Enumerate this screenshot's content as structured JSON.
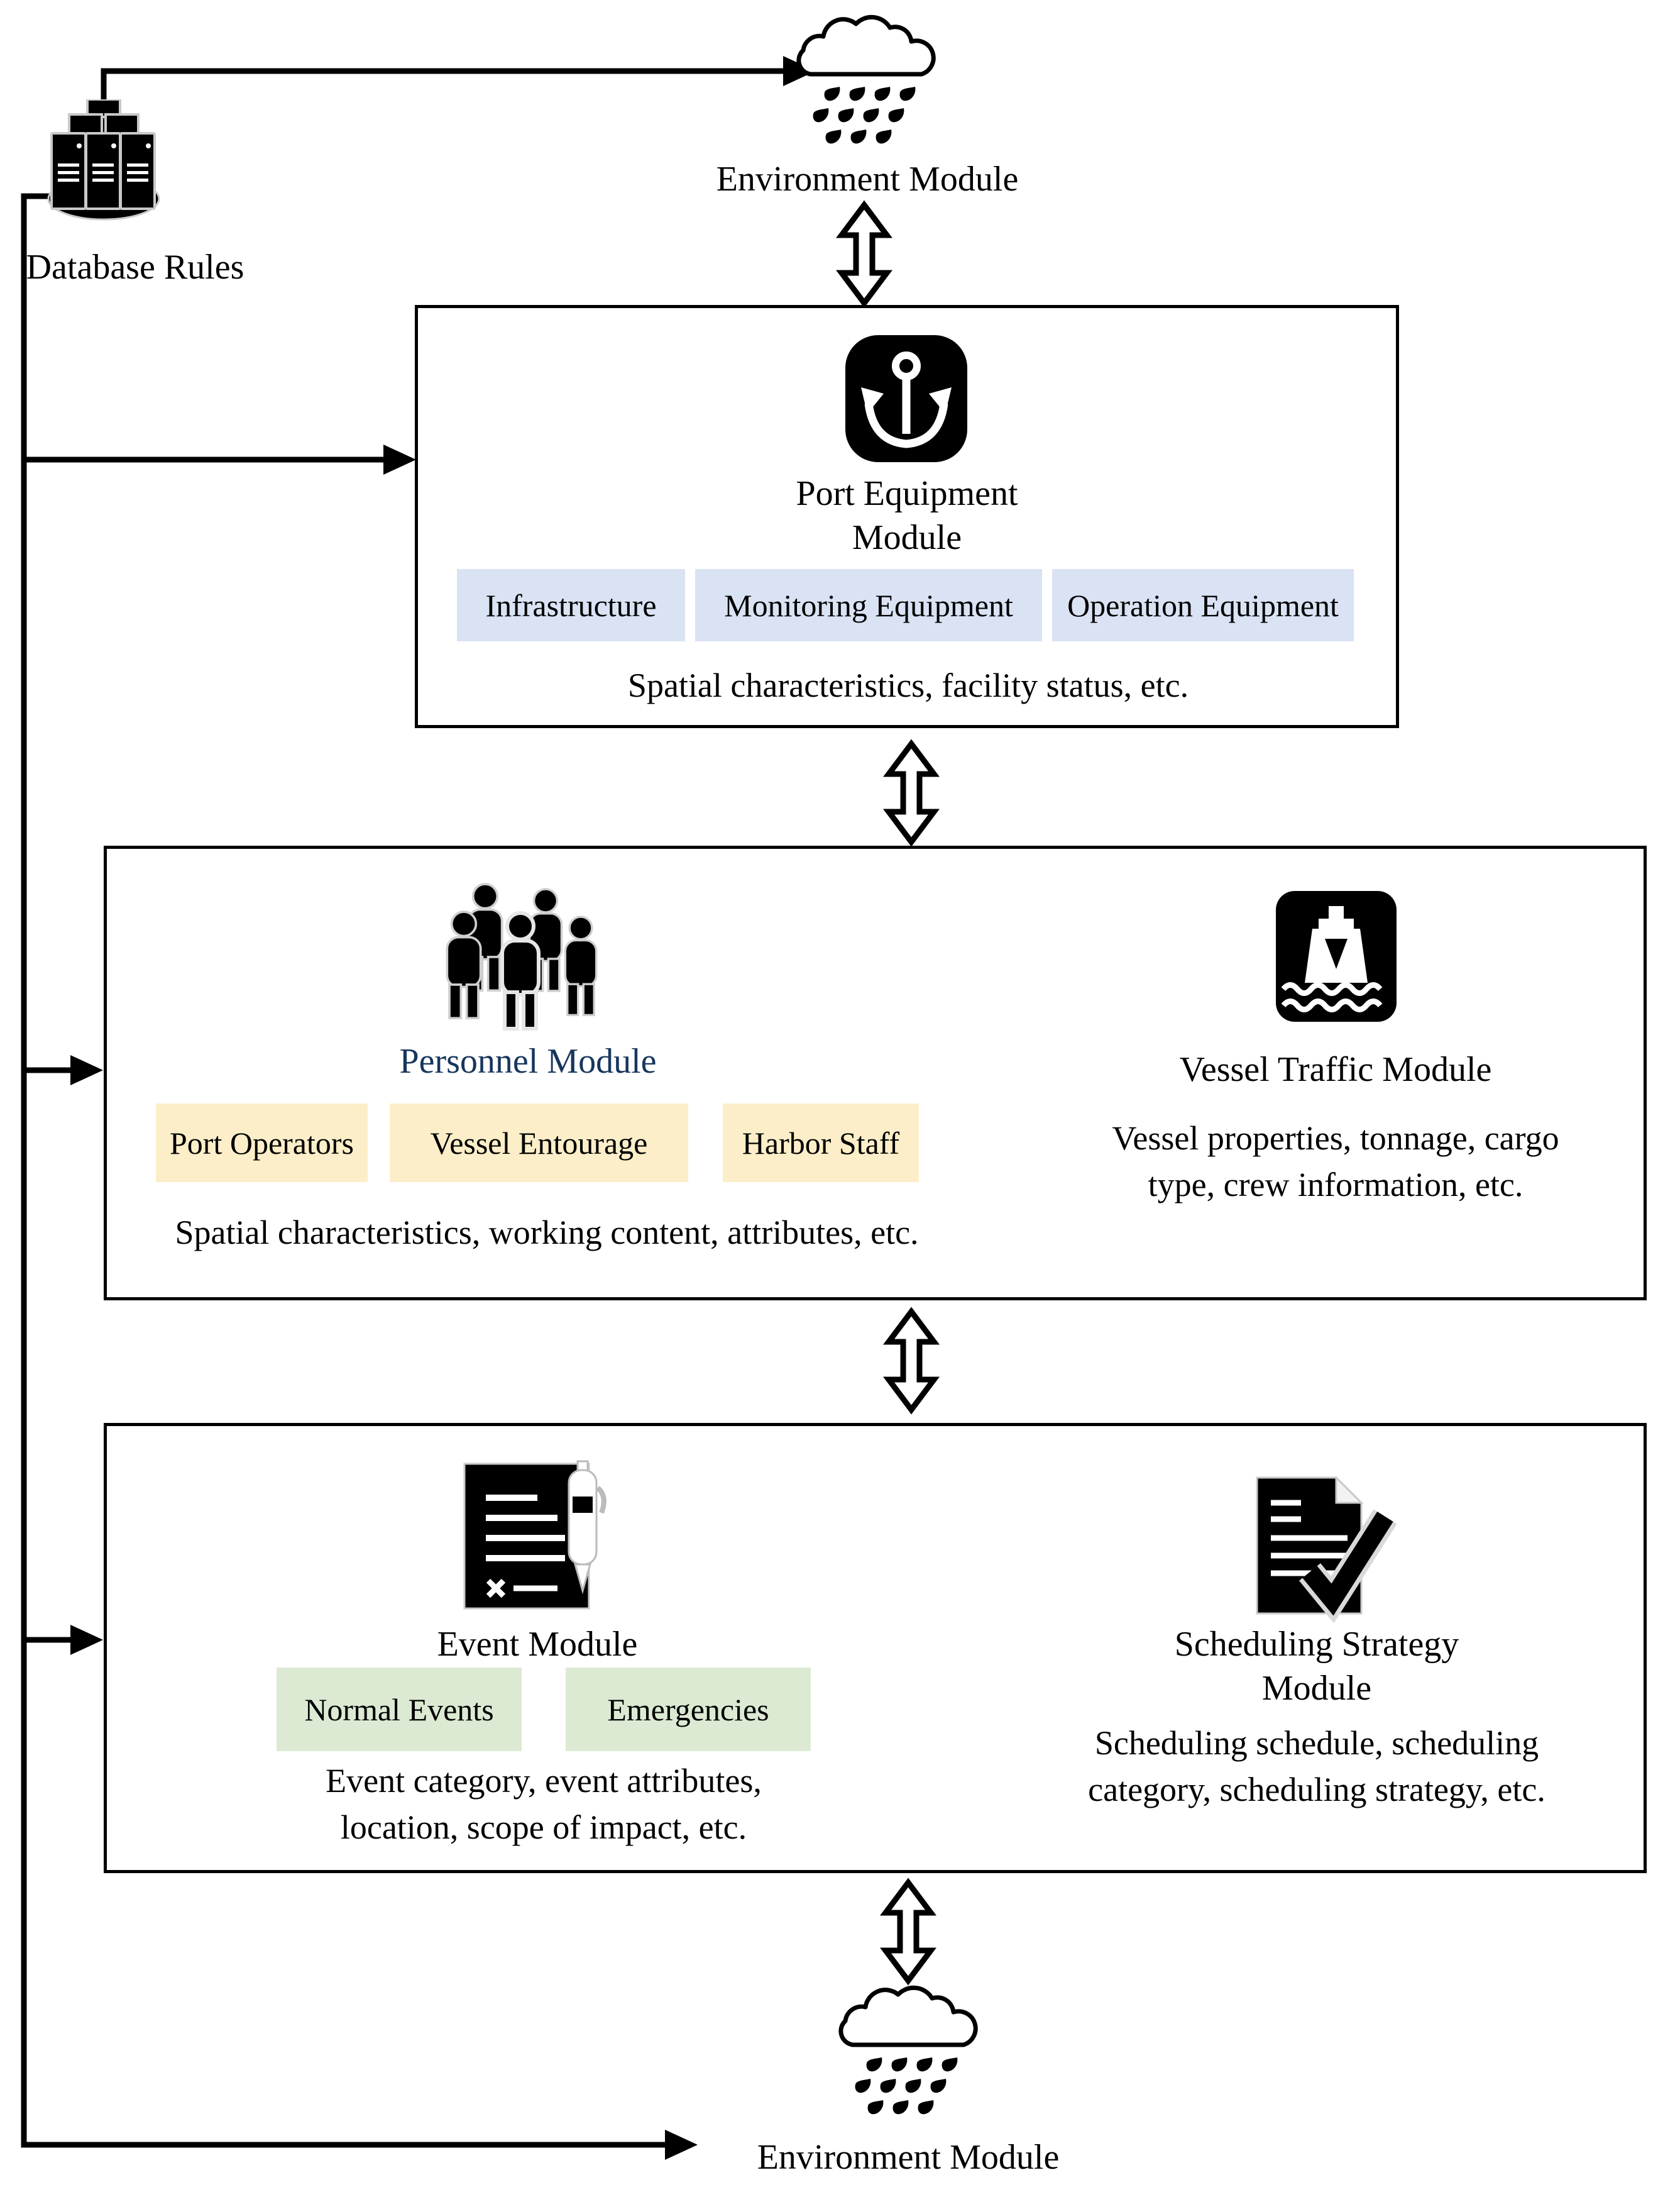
{
  "colors": {
    "blue_chip": "#dae3f3",
    "yellow_chip": "#fceec8",
    "green_chip": "#dcead3",
    "navy_title": "#17365d",
    "line_black": "#000000"
  },
  "top": {
    "environment": {
      "label": "Environment Module",
      "icon": "rain-cloud-icon"
    },
    "database": {
      "label": "Database Rules",
      "icon": "database-cluster-icon"
    }
  },
  "port_equipment": {
    "icon": "anchor-icon",
    "title_line1": "Port Equipment",
    "title_line2": "Module",
    "chips": [
      "Infrastructure",
      "Monitoring Equipment",
      "Operation Equipment"
    ],
    "caption": "Spatial characteristics, facility status, etc."
  },
  "personnel": {
    "icon": "people-group-icon",
    "title": "Personnel Module",
    "chips": [
      "Port Operators",
      "Vessel Entourage",
      "Harbor Staff"
    ],
    "caption": "Spatial characteristics, working content, attributes, etc."
  },
  "vessel_traffic": {
    "icon": "ship-icon",
    "title": "Vessel Traffic Module",
    "caption_line1": "Vessel properties, tonnage, cargo",
    "caption_line2": "type, crew information, etc."
  },
  "event": {
    "icon": "event-document-pen-icon",
    "title": "Event Module",
    "chips": [
      "Normal Events",
      "Emergencies"
    ],
    "caption_line1": "Event category, event attributes,",
    "caption_line2": "location, scope of impact, etc."
  },
  "scheduling": {
    "icon": "schedule-document-check-icon",
    "title_line1": "Scheduling Strategy",
    "title_line2": "Module",
    "caption_line1": "Scheduling schedule, scheduling",
    "caption_line2": "category, scheduling strategy, etc."
  },
  "bottom": {
    "environment": {
      "label": "Environment Module",
      "icon": "rain-cloud-icon"
    }
  }
}
